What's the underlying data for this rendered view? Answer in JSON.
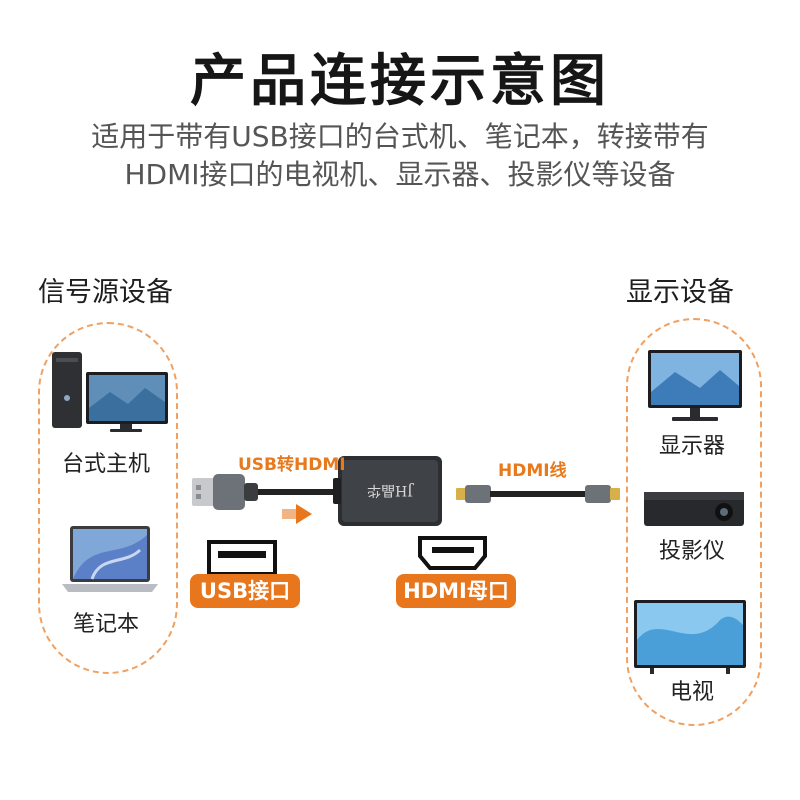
{
  "title": "产品连接示意图",
  "subtitle_line1": "适用于带有USB接口的台式机、笔记本，转接带有",
  "subtitle_line2": "HDMI接口的电视机、显示器、投影仪等设备",
  "source": {
    "label": "信号源设备",
    "devices": [
      "台式主机",
      "笔记本"
    ]
  },
  "display": {
    "label": "显示设备",
    "devices": [
      "显示器",
      "投影仪",
      "电视"
    ]
  },
  "adapter": {
    "name_label": "USB转HDMI",
    "logo_text": "JH晶华"
  },
  "cable": {
    "label": "HDMI线"
  },
  "ports": {
    "usb_label": "USB接口",
    "hdmi_label": "HDMI母口"
  },
  "colors": {
    "accent": "#e8761c",
    "dashed_border": "#f0a060"
  }
}
